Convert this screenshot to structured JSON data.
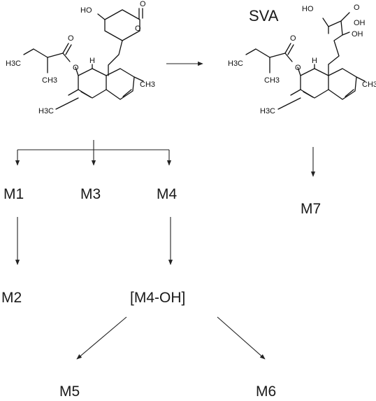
{
  "nodes": {
    "sva": "SVA",
    "m1": "M1",
    "m2": "M2",
    "m3": "M3",
    "m4": "M4",
    "m4oh": "[M4-OH]",
    "m5": "M5",
    "m6": "M6",
    "m7": "M7"
  },
  "atoms": {
    "ho": "HO",
    "o": "O",
    "oh": "OH",
    "h": "H",
    "h3c": "H3C",
    "ch3": "CH3"
  }
}
